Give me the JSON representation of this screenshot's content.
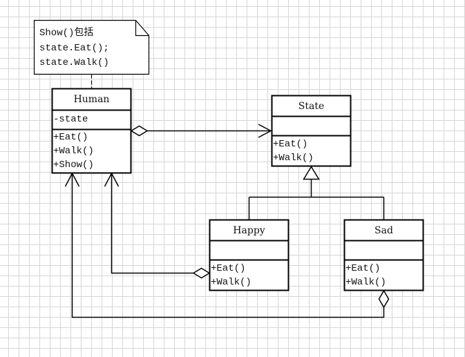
{
  "diagram": {
    "type": "UML class diagram",
    "note": {
      "lines": [
        "Show()包括",
        "state.Eat();",
        "state.Walk()"
      ]
    },
    "classes": {
      "human": {
        "name": "Human",
        "attributes": [
          "-state"
        ],
        "operations": [
          "+Eat()",
          "+Walk()",
          "+Show()"
        ]
      },
      "state": {
        "name": "State",
        "attributes": [],
        "operations": [
          "+Eat()",
          "+Walk()"
        ]
      },
      "happy": {
        "name": "Happy",
        "attributes": [],
        "operations": [
          "+Eat()",
          "+Walk()"
        ]
      },
      "sad": {
        "name": "Sad",
        "attributes": [],
        "operations": [
          "+Eat()",
          "+Walk()"
        ]
      }
    },
    "relationships": [
      {
        "type": "aggregation-navigable",
        "from": "Human",
        "to": "State"
      },
      {
        "type": "generalization",
        "from": "Happy",
        "to": "State"
      },
      {
        "type": "generalization",
        "from": "Sad",
        "to": "State"
      },
      {
        "type": "aggregation-navigable",
        "from": "Happy",
        "to": "Human"
      },
      {
        "type": "aggregation-navigable",
        "from": "Sad",
        "to": "Human"
      },
      {
        "type": "note-anchor",
        "from": "note",
        "to": "Human"
      }
    ],
    "colors": {
      "line": "#000000",
      "fill": "#ffffff",
      "grid": "#d6d6d6"
    }
  }
}
